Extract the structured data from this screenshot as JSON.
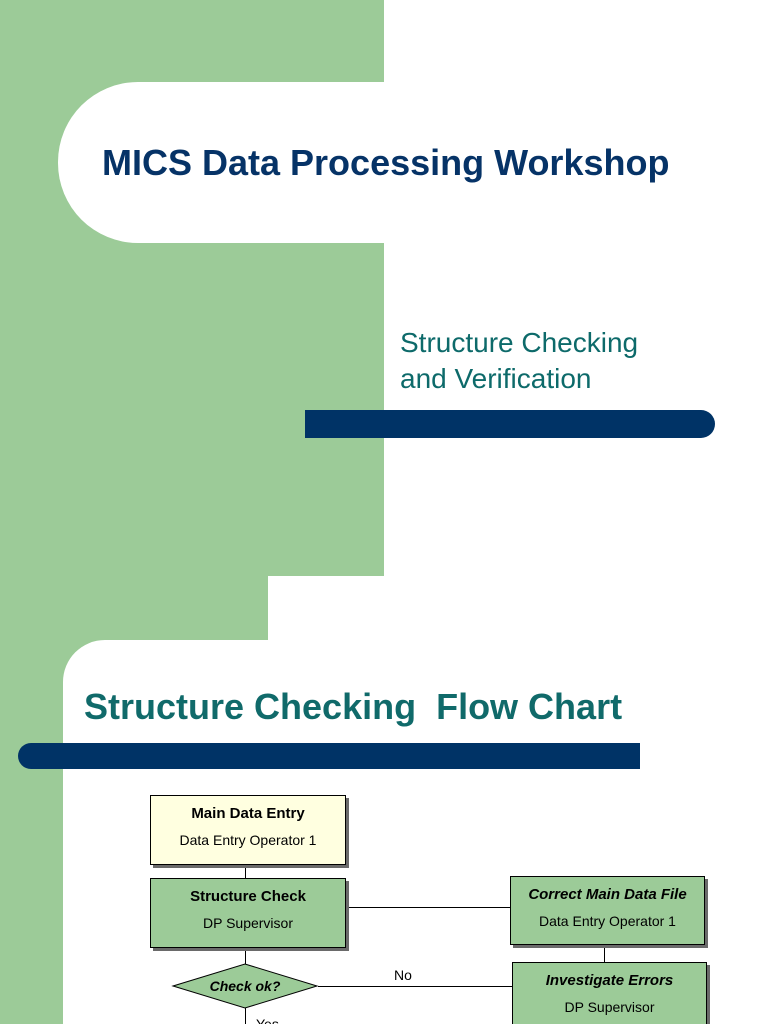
{
  "slide1": {
    "title": "MICS Data Processing Workshop",
    "subtitle_line1": "Structure Checking",
    "subtitle_line2": "and Verification"
  },
  "slide2": {
    "title": "Structure Checking  Flow Chart",
    "flowchart": {
      "main_entry": {
        "title": "Main Data Entry",
        "role": "Data Entry Operator 1"
      },
      "structure_check": {
        "title": "Structure Check",
        "role": "DP Supervisor"
      },
      "correct_file": {
        "title": "Correct Main Data File",
        "role": "Data Entry Operator 1"
      },
      "investigate": {
        "title": "Investigate Errors",
        "role": "DP Supervisor"
      },
      "decision": {
        "label": "Check ok?"
      },
      "no_label": "No",
      "yes_label": "Yes"
    }
  },
  "colors": {
    "green": "#9ccb98",
    "navy": "#003366",
    "title_blue": "#063367",
    "teal": "#0d6a6a",
    "note_yellow": "#ffffe0"
  }
}
